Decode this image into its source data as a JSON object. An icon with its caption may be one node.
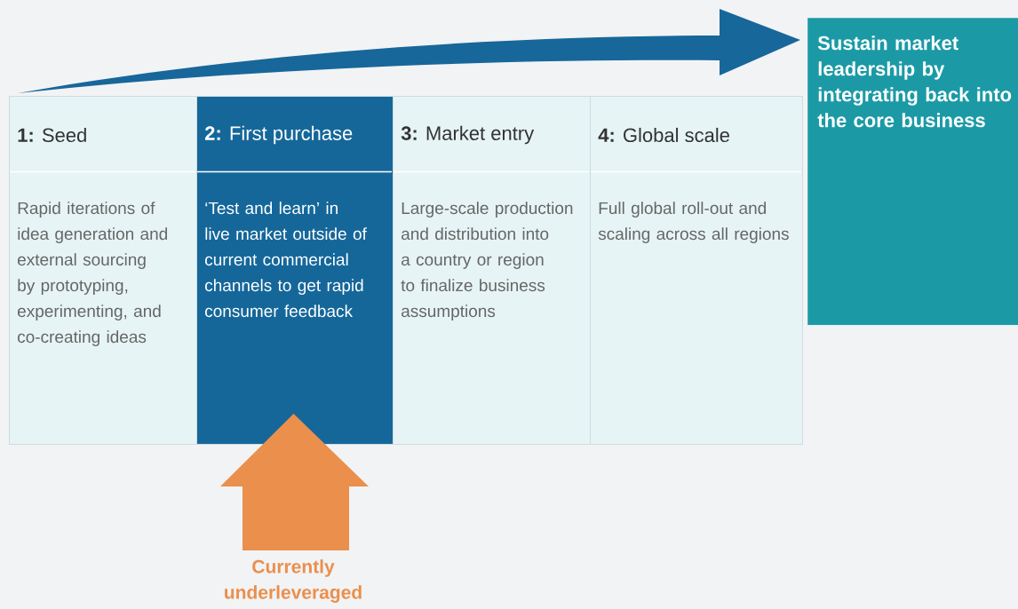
{
  "diagram": {
    "nodes": [
      {
        "text": [
          "**1:** Seed",
          "Rapid iterations of idea generation and external sourcing by prototyping, experimenting, and co-creating ideas"
        ]
      },
      {
        "text": [
          "**2:** First purchase",
          "‘Test and learn’ in live market outside of current commercial channels to get rapid consumer feedback"
        ]
      },
      {
        "text": [
          "**3:** Market entry",
          "Large-scale production and distribution into a country or region to finalize business assumptions"
        ]
      },
      {
        "text": [
          "**4:** Global scale",
          "Full global roll-out and scaling across all regions"
        ]
      },
      {
        "text": [
          "Sustain market leadership by integrating back into the core business"
        ]
      },
      {
        "text": [
          "Currently underleveraged"
        ]
      }
    ],
    "edges": [
      {
        "from": 0,
        "to": 4,
        "arrow": "to",
        "color": "#17679a"
      },
      {
        "from": 5,
        "to": 1,
        "arrow": "to",
        "color": "#ea8f4c"
      }
    ]
  }
}
